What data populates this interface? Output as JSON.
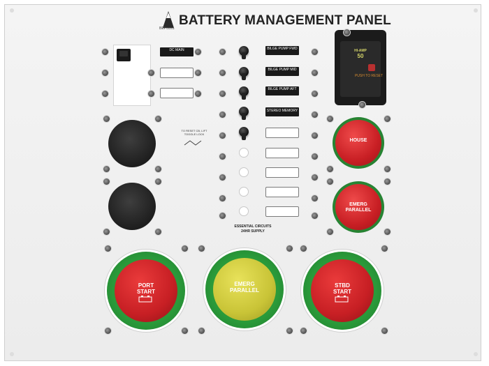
{
  "panel": {
    "title": "BATTERY MANAGEMENT PANEL",
    "logo_text": "BEP",
    "logo_subtext": "MARINE"
  },
  "switches": {
    "dc_main": "DC MAIN",
    "bilge_fwd": "BILGE PUMP FWD",
    "bilge_mid": "BILGE PUMP MID",
    "bilge_aft": "BILGE PUMP AFT",
    "stereo_memory": "STEREO MEMORY"
  },
  "sticker": {
    "text": "TO RESET CB, LIFT TOGGLE LOCK"
  },
  "essential": {
    "line1": "ESSENTIAL CIRCUITS",
    "line2": "24HR SUPPLY"
  },
  "breaker": {
    "line1": "HI-AMP",
    "line2": "50",
    "line3": "PUSH TO RESET"
  },
  "knobs": {
    "house": "HOUSE",
    "emerg_small_1": "EMERG",
    "emerg_small_2": "PARALLEL",
    "port_1": "PORT",
    "port_2": "START",
    "emerg_big_1": "EMERG",
    "emerg_big_2": "PARALLEL",
    "stbd_1": "STBD",
    "stbd_2": "START"
  },
  "colors": {
    "knob_red": "#c81f24",
    "knob_green": "#2a9a3a",
    "knob_yellow": "#c9c437",
    "panel": "#efefef"
  }
}
